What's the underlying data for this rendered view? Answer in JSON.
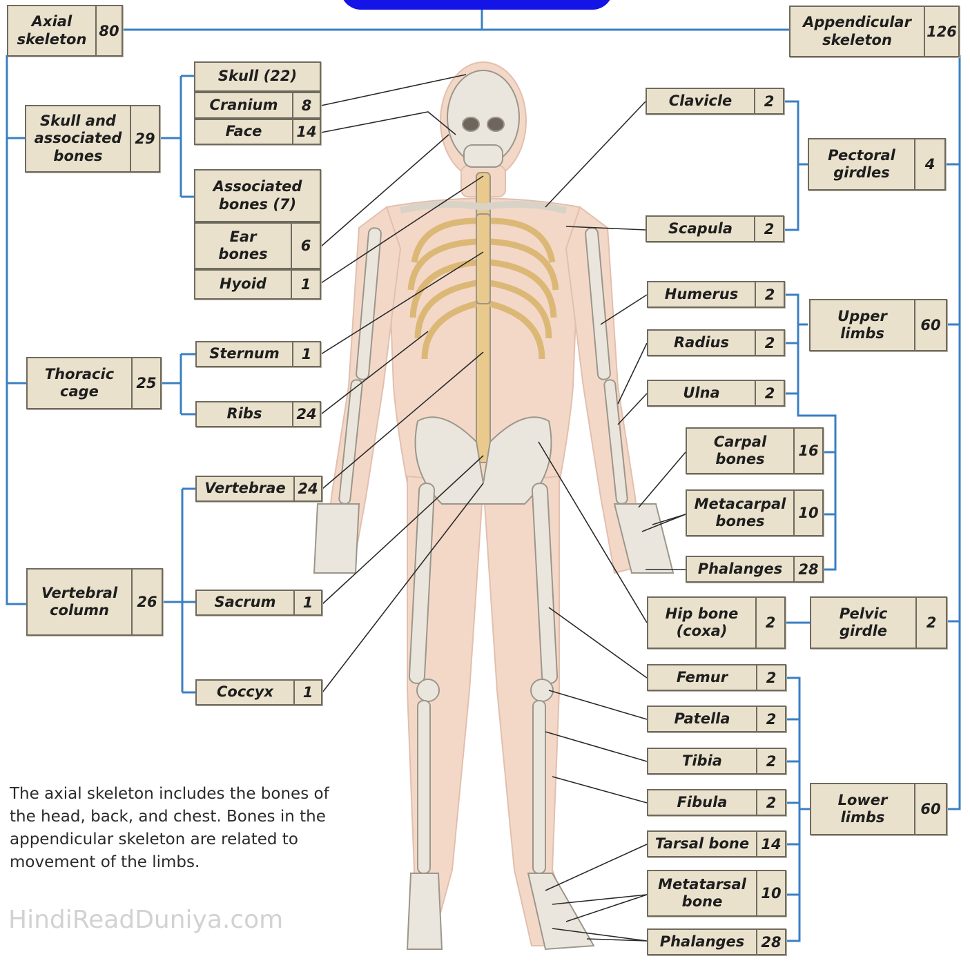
{
  "nodes": {
    "axial": {
      "label": "Axial\nskeleton",
      "count": "80"
    },
    "appendicular": {
      "label": "Appendicular\nskeleton",
      "count": "126"
    },
    "skull_assoc": {
      "label": "Skull and\nassociated\nbones",
      "count": "29"
    },
    "skull": {
      "label": "Skull (22)"
    },
    "cranium": {
      "label": "Cranium",
      "count": "8"
    },
    "face": {
      "label": "Face",
      "count": "14"
    },
    "assoc_bones": {
      "label": "Associated\nbones (7)"
    },
    "ear": {
      "label": "Ear\nbones",
      "count": "6"
    },
    "hyoid": {
      "label": "Hyoid",
      "count": "1"
    },
    "thoracic": {
      "label": "Thoracic\ncage",
      "count": "25"
    },
    "sternum": {
      "label": "Sternum",
      "count": "1"
    },
    "ribs": {
      "label": "Ribs",
      "count": "24"
    },
    "vertebral": {
      "label": "Vertebral\ncolumn",
      "count": "26"
    },
    "vertebrae": {
      "label": "Vertebrae",
      "count": "24"
    },
    "sacrum": {
      "label": "Sacrum",
      "count": "1"
    },
    "coccyx": {
      "label": "Coccyx",
      "count": "1"
    },
    "clavicle": {
      "label": "Clavicle",
      "count": "2"
    },
    "scapula": {
      "label": "Scapula",
      "count": "2"
    },
    "pectoral": {
      "label": "Pectoral\ngirdles",
      "count": "4"
    },
    "humerus": {
      "label": "Humerus",
      "count": "2"
    },
    "radius": {
      "label": "Radius",
      "count": "2"
    },
    "ulna": {
      "label": "Ulna",
      "count": "2"
    },
    "upper": {
      "label": "Upper\nlimbs",
      "count": "60"
    },
    "carpal": {
      "label": "Carpal\nbones",
      "count": "16"
    },
    "metacarpal": {
      "label": "Metacarpal\nbones",
      "count": "10"
    },
    "phal_hand": {
      "label": "Phalanges",
      "count": "28"
    },
    "hip": {
      "label": "Hip bone\n(coxa)",
      "count": "2"
    },
    "pelvic": {
      "label": "Pelvic\ngirdle",
      "count": "2"
    },
    "femur": {
      "label": "Femur",
      "count": "2"
    },
    "patella": {
      "label": "Patella",
      "count": "2"
    },
    "tibia": {
      "label": "Tibia",
      "count": "2"
    },
    "fibula": {
      "label": "Fibula",
      "count": "2"
    },
    "lower": {
      "label": "Lower\nlimbs",
      "count": "60"
    },
    "tarsal": {
      "label": "Tarsal bone",
      "count": "14"
    },
    "metatarsal": {
      "label": "Metatarsal\nbone",
      "count": "10"
    },
    "phal_foot": {
      "label": "Phalanges",
      "count": "28"
    }
  },
  "caption": "The axial skeleton includes the bones of the head, back, and chest. Bones in the appendicular skeleton are related to movement of the limbs.",
  "watermark": "HindiReadDuniya.com",
  "colors": {
    "connector": "#3a7fc4",
    "box_fill": "#e9e1cc",
    "banner": "#1414e6",
    "skin": "#f3d8c8",
    "bone": "#ebe6dd"
  }
}
